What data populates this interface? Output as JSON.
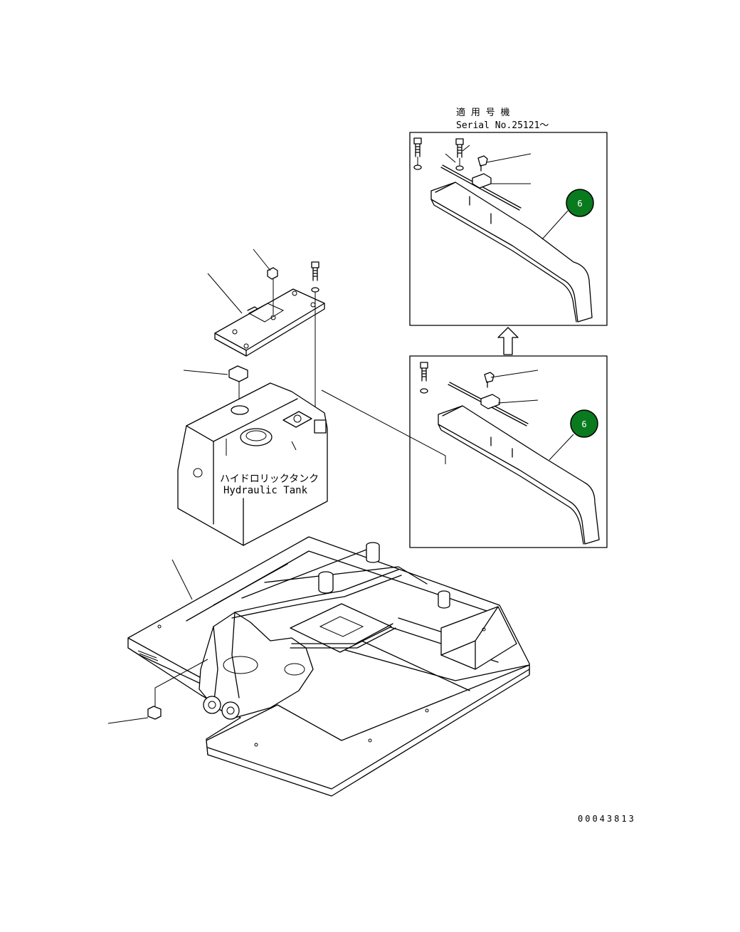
{
  "serial_box": {
    "title_jp": "適 用 号 機",
    "serial": "Serial No.25121～"
  },
  "tank": {
    "label_jp": "ハイドロリックタンク",
    "label_en": "Hydraulic Tank"
  },
  "callouts": {
    "upper_badge": "6",
    "lower_badge": "6",
    "badge_color": "#0a7a1e"
  },
  "footer": {
    "drawing_no": "00043813"
  }
}
